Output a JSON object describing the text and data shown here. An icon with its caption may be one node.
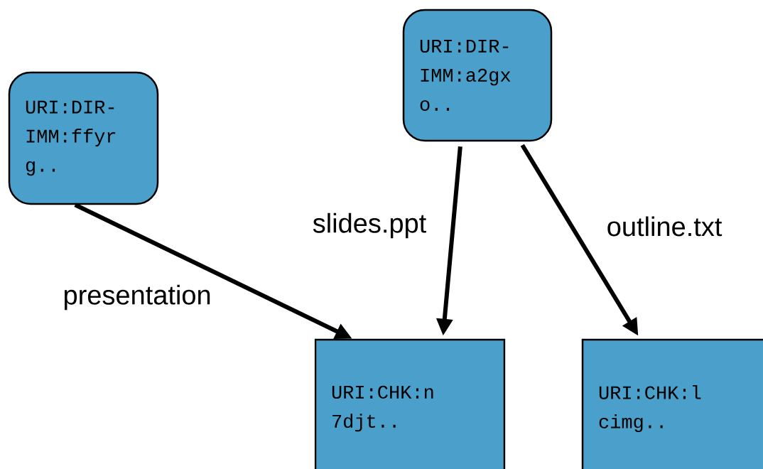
{
  "diagram": {
    "nodes": [
      {
        "text": [
          "URI:DIR- IMM:ffyr g.."
        ]
      },
      {
        "text": [
          "URI:DIR- IMM:a2gx o.."
        ]
      },
      {
        "text": [
          "URI:CHK:n 7djt.."
        ]
      },
      {
        "text": [
          "URI:CHK:l cimg.."
        ]
      }
    ],
    "edges": [
      {
        "from": 0,
        "to": 2,
        "arrow": "to",
        "label": "presentation"
      },
      {
        "from": 1,
        "to": 2,
        "arrow": "to",
        "label": "slides.ppt"
      },
      {
        "from": 1,
        "to": 3,
        "arrow": "to",
        "label": "outline.txt"
      }
    ]
  }
}
